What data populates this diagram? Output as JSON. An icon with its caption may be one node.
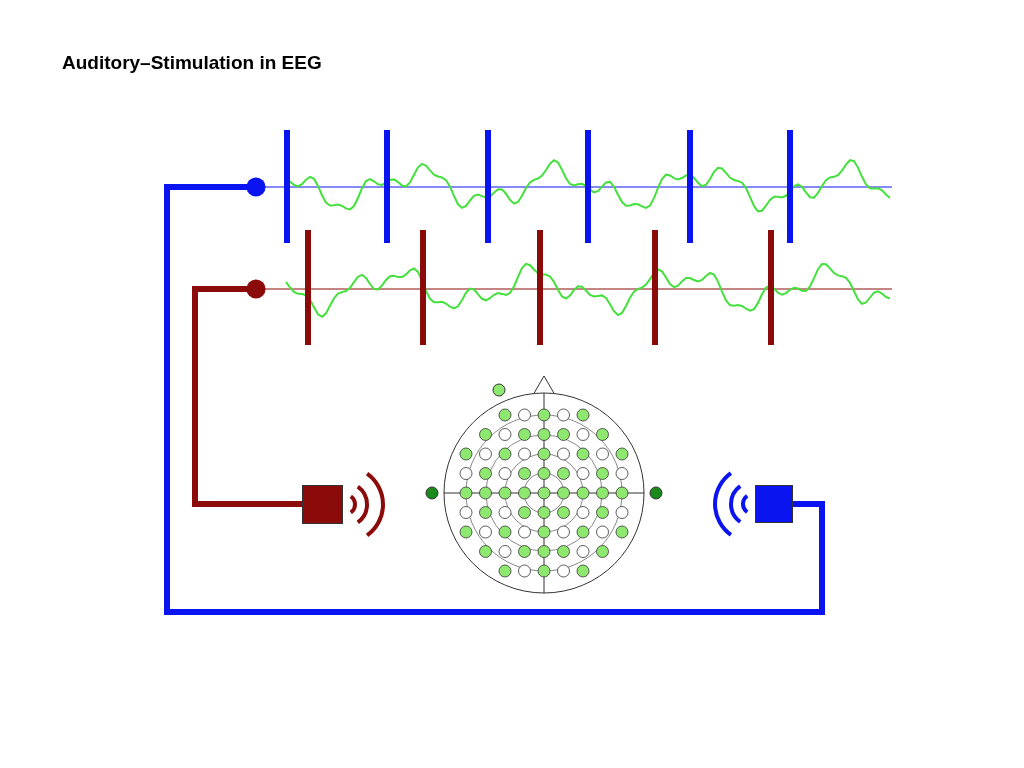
{
  "diagram": {
    "title": "Auditory–Stimulation in EEG",
    "nodes": [
      {
        "text": [],
        "shape": "line"
      },
      {
        "text": [],
        "shape": "line"
      },
      {
        "text": [],
        "shape": "box"
      },
      {
        "text": [],
        "shape": "box"
      }
    ],
    "edges": [
      {
        "from": 3,
        "to": 0,
        "arrow": "other",
        "color": "#0a14f0"
      },
      {
        "from": 2,
        "to": 1,
        "arrow": "other",
        "color": "#8b0a0a"
      }
    ]
  }
}
